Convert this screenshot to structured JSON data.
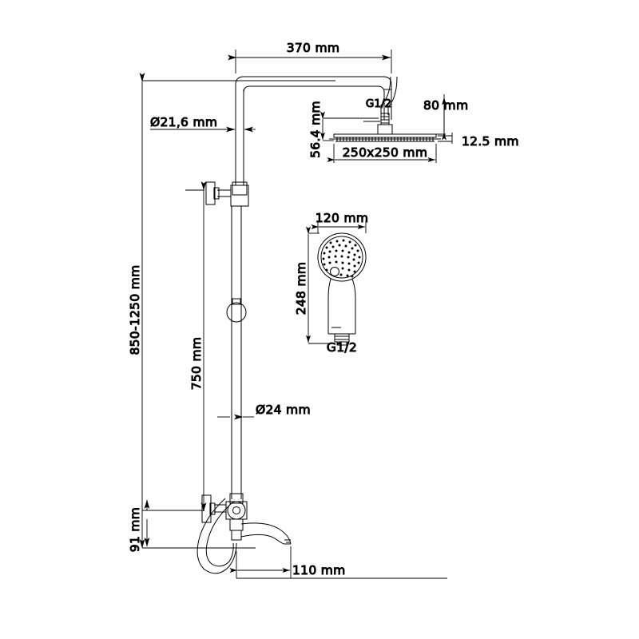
{
  "drawing": {
    "title": "Shower column technical dimension drawing",
    "background_color": "#ffffff",
    "line_color": "#000000",
    "units": "mm"
  },
  "dimensions": {
    "arm_length": "370 mm",
    "riser_diameter": "Ø21,6 mm",
    "head_inlet_thread": "G1/2",
    "head_drop_height": "80 mm",
    "head_offset_vertical": "56.4 mm",
    "head_thickness": "12.5 mm",
    "head_size": "250x250 mm",
    "hand_shower_width": "120 mm",
    "hand_shower_length": "248 mm",
    "hand_shower_thread": "G1/2",
    "overall_height_range": "850-1250 mm",
    "slider_height": "750 mm",
    "bar_diameter": "Ø24 mm",
    "mixer_height": "91 mm",
    "spout_reach": "110 mm"
  }
}
